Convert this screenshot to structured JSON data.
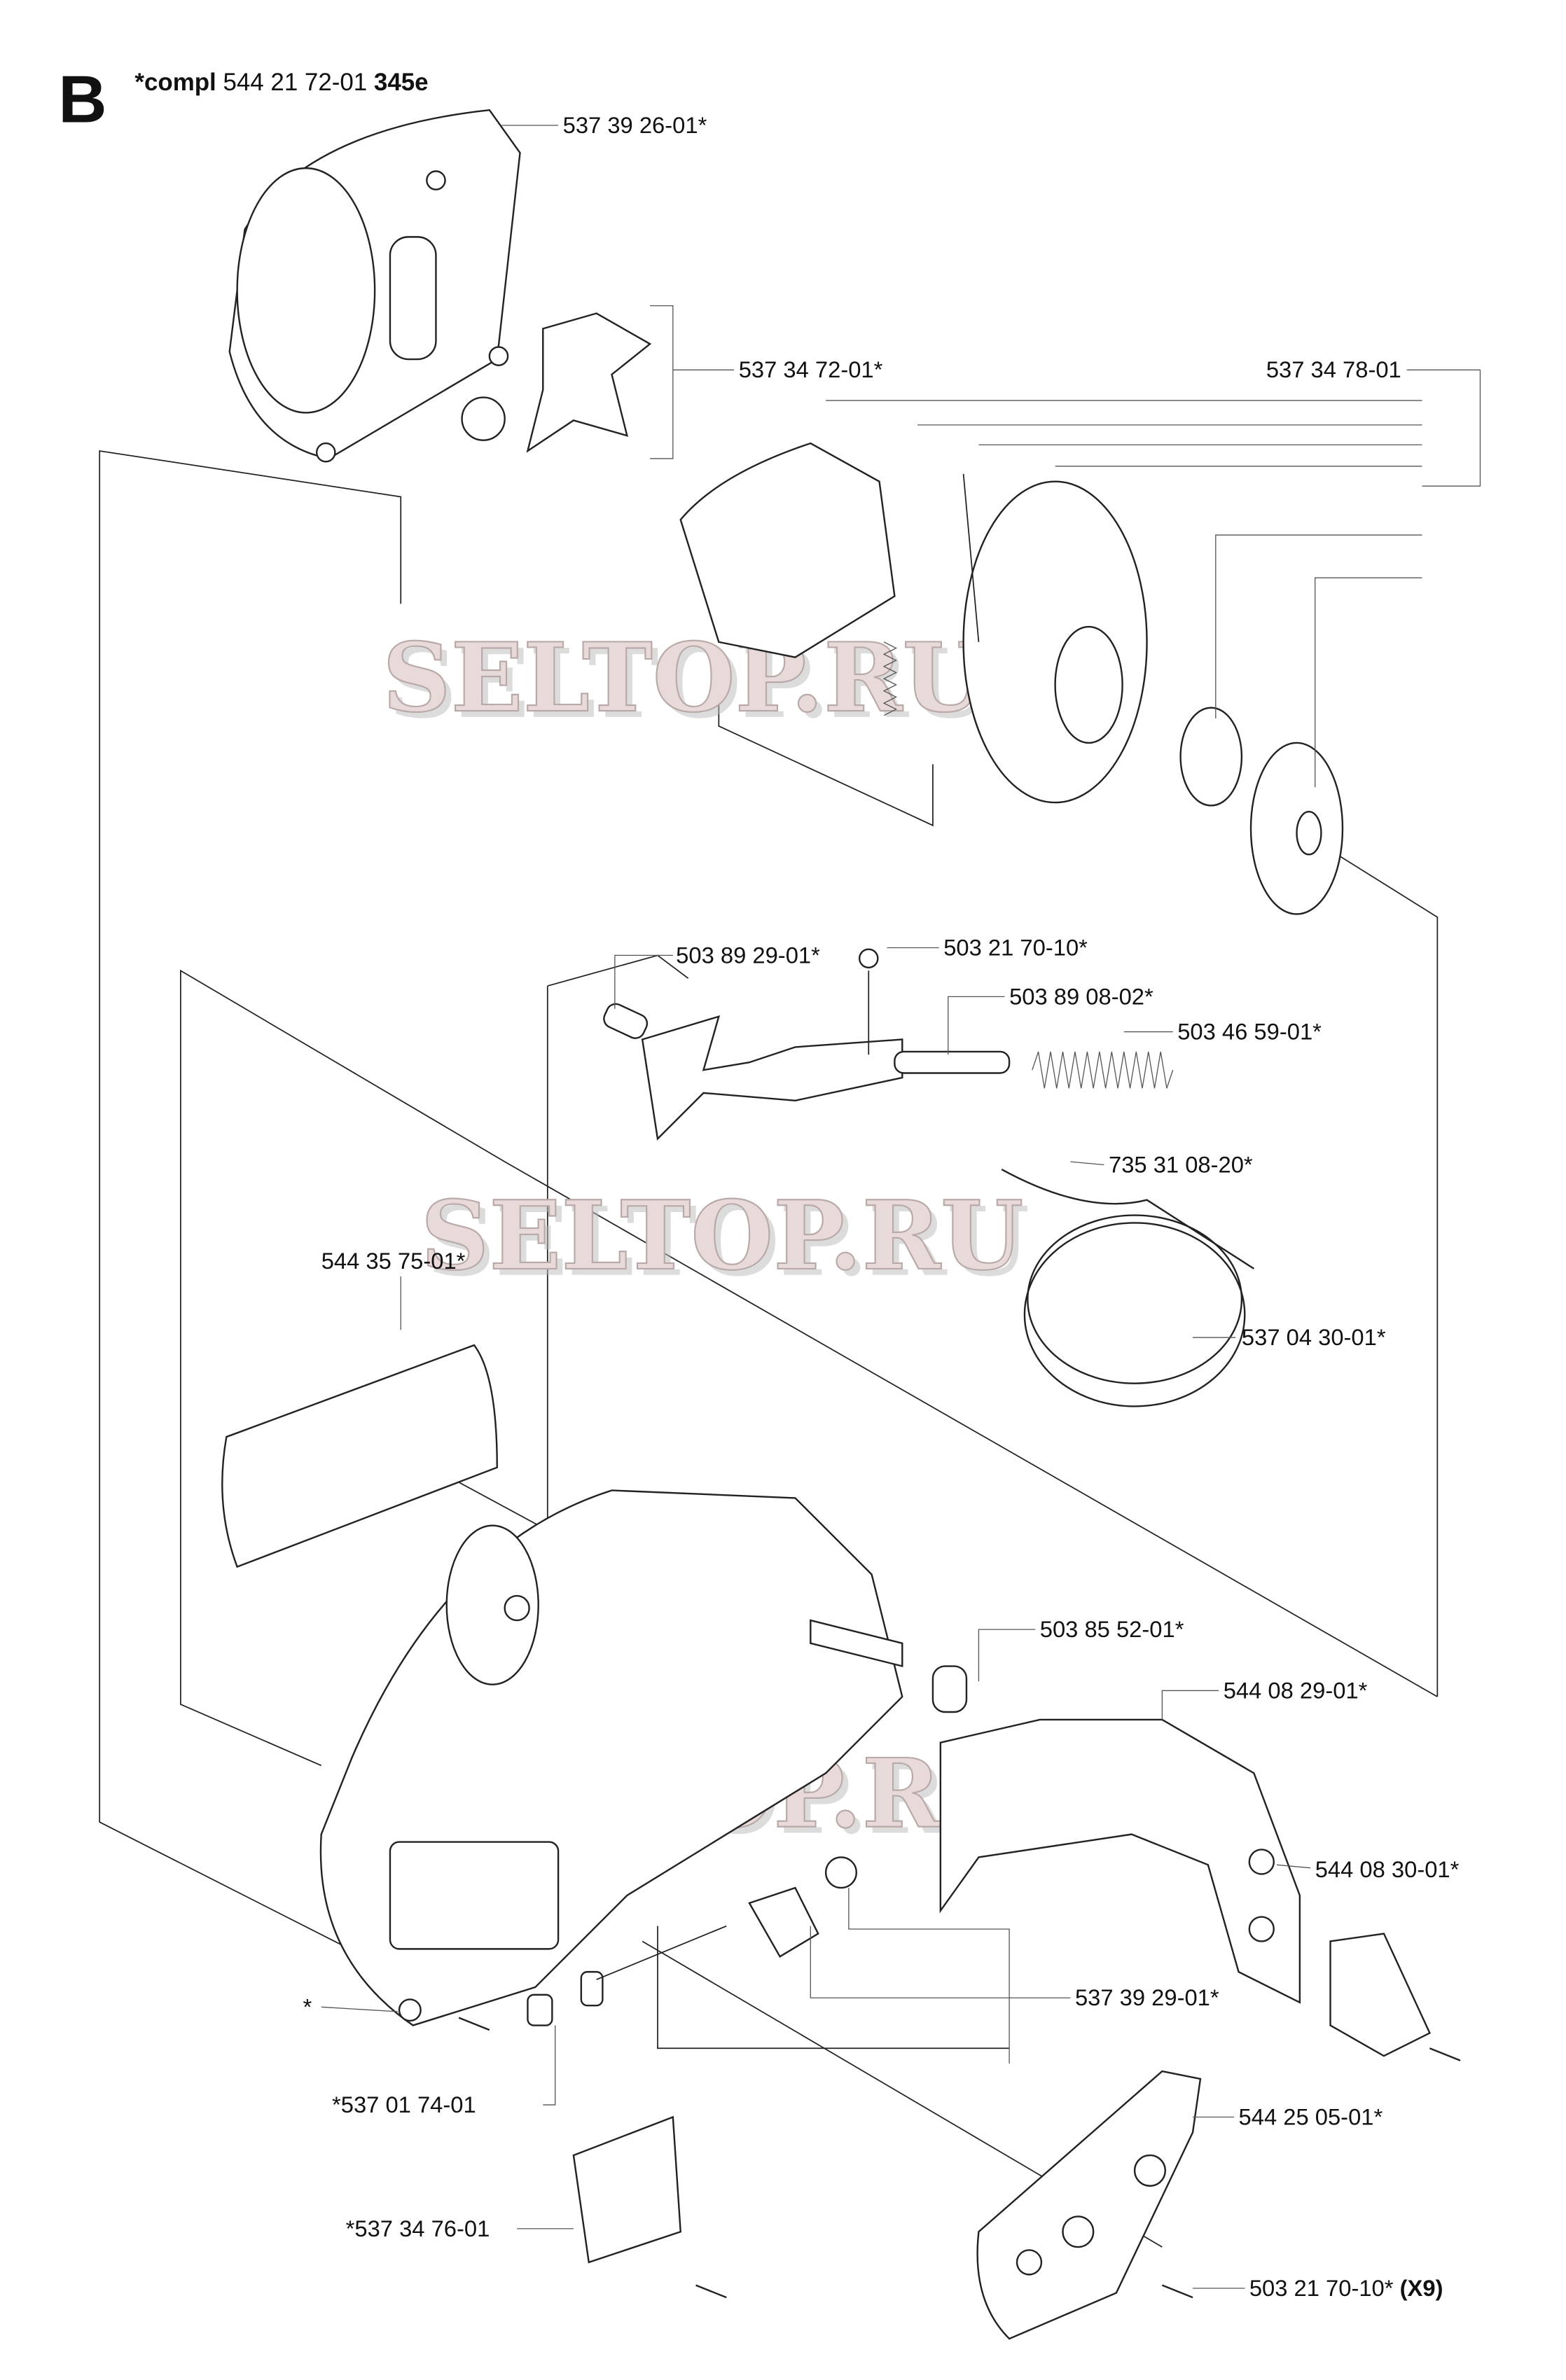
{
  "header": {
    "section_letter": "B",
    "compl_prefix": "*compl",
    "compl_number": "544 21 72-01",
    "model": "345e"
  },
  "labels": [
    {
      "text": "537 39 26-01*"
    },
    {
      "text": "537 34 72-01*"
    },
    {
      "text": "537 34 78-01"
    },
    {
      "text": "503 89 29-01*"
    },
    {
      "text": "503 21 70-10*"
    },
    {
      "text": "503 89 08-02*"
    },
    {
      "text": "503 46 59-01*"
    },
    {
      "text": "735 31 08-20*"
    },
    {
      "text": "544 35 75-01*"
    },
    {
      "text": "537 04 30-01*"
    },
    {
      "text": "503 85 52-01*"
    },
    {
      "text": "544 08 29-01*"
    },
    {
      "text": "544 08 30-01*"
    },
    {
      "text": "537 39 29-01*"
    },
    {
      "text": "*"
    },
    {
      "text": "*537 01 74-01"
    },
    {
      "text": "544 25 05-01*"
    },
    {
      "text": "*537 34 76-01"
    },
    {
      "text": "503 21 70-10*",
      "suffix": "(X9)"
    }
  ],
  "watermark": "SELTOP.RU"
}
